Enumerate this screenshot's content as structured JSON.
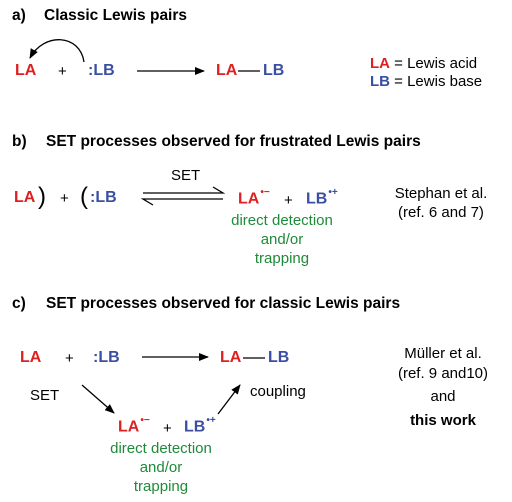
{
  "section_a": {
    "label": "a)",
    "title": "Classic Lewis pairs",
    "la": "LA",
    "plus": "+",
    "lb": ":LB",
    "product_la": "LA",
    "product_lb": "LB",
    "legend_la_symbol": "LA",
    "legend_la_text": " = Lewis acid",
    "legend_lb_symbol": "LB",
    "legend_lb_text": " = Lewis base"
  },
  "section_b": {
    "label": "b)",
    "title": "SET processes observed for frustrated Lewis pairs",
    "la": "LA",
    "paren_close": ")",
    "plus": "+",
    "paren_open": "(",
    "lb": ":LB",
    "arrow_label": "SET",
    "radical_la": "LA",
    "radical_la_charge": "•−",
    "plus2": "+",
    "radical_lb": "LB",
    "radical_lb_charge": "•+",
    "detection_line1": "direct detection",
    "detection_line2": "and/or",
    "detection_line3": "trapping",
    "ref_line1": "Stephan et al.",
    "ref_line2": "(ref. 6 and 7)"
  },
  "section_c": {
    "label": "c)",
    "title": "SET processes observed for classic Lewis pairs",
    "la": "LA",
    "plus": "+",
    "lb": ":LB",
    "product_la": "LA",
    "product_lb": "LB",
    "set_label": "SET",
    "coupling_label": "coupling",
    "radical_la": "LA",
    "radical_la_charge": "•−",
    "plus2": "+",
    "radical_lb": "LB",
    "radical_lb_charge": "•+",
    "detection_line1": "direct detection",
    "detection_line2": "and/or",
    "detection_line3": "trapping",
    "ref_line1": "Müller et al.",
    "ref_line2": "(ref. 9 and10)",
    "ref_and": "and",
    "ref_this_work": "this work"
  },
  "colors": {
    "lewis_acid": "#e02020",
    "lewis_base": "#3a4fa3",
    "detection_text": "#1f8a3a"
  }
}
